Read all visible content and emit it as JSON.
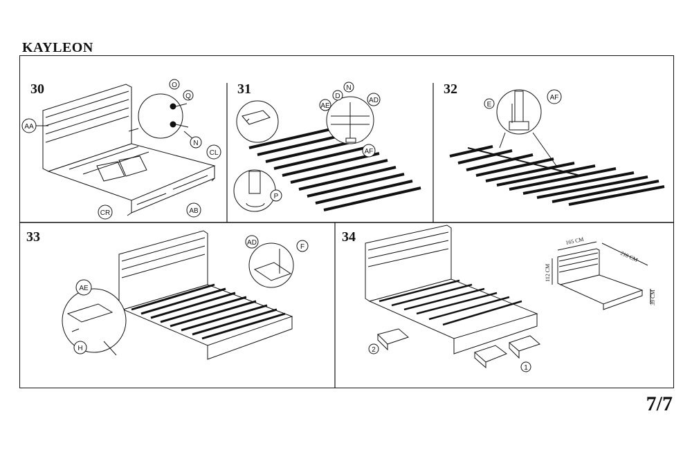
{
  "document": {
    "title": "KAYLEON",
    "page": "7/7"
  },
  "steps": [
    {
      "number": "30",
      "labels": [
        "AA",
        "O",
        "Q",
        "N",
        "CL",
        "CR",
        "AB"
      ]
    },
    {
      "number": "31",
      "labels": [
        "AE",
        "D",
        "N",
        "AD",
        "AF",
        "P"
      ]
    },
    {
      "number": "32",
      "labels": [
        "E",
        "AF"
      ]
    },
    {
      "number": "33",
      "labels": [
        "AD",
        "F",
        "AE",
        "H"
      ]
    },
    {
      "number": "34",
      "labels": [
        "2",
        "1"
      ],
      "dimensions": [
        "165 CM",
        "218 CM",
        "112 CM",
        "39 CM"
      ]
    }
  ]
}
